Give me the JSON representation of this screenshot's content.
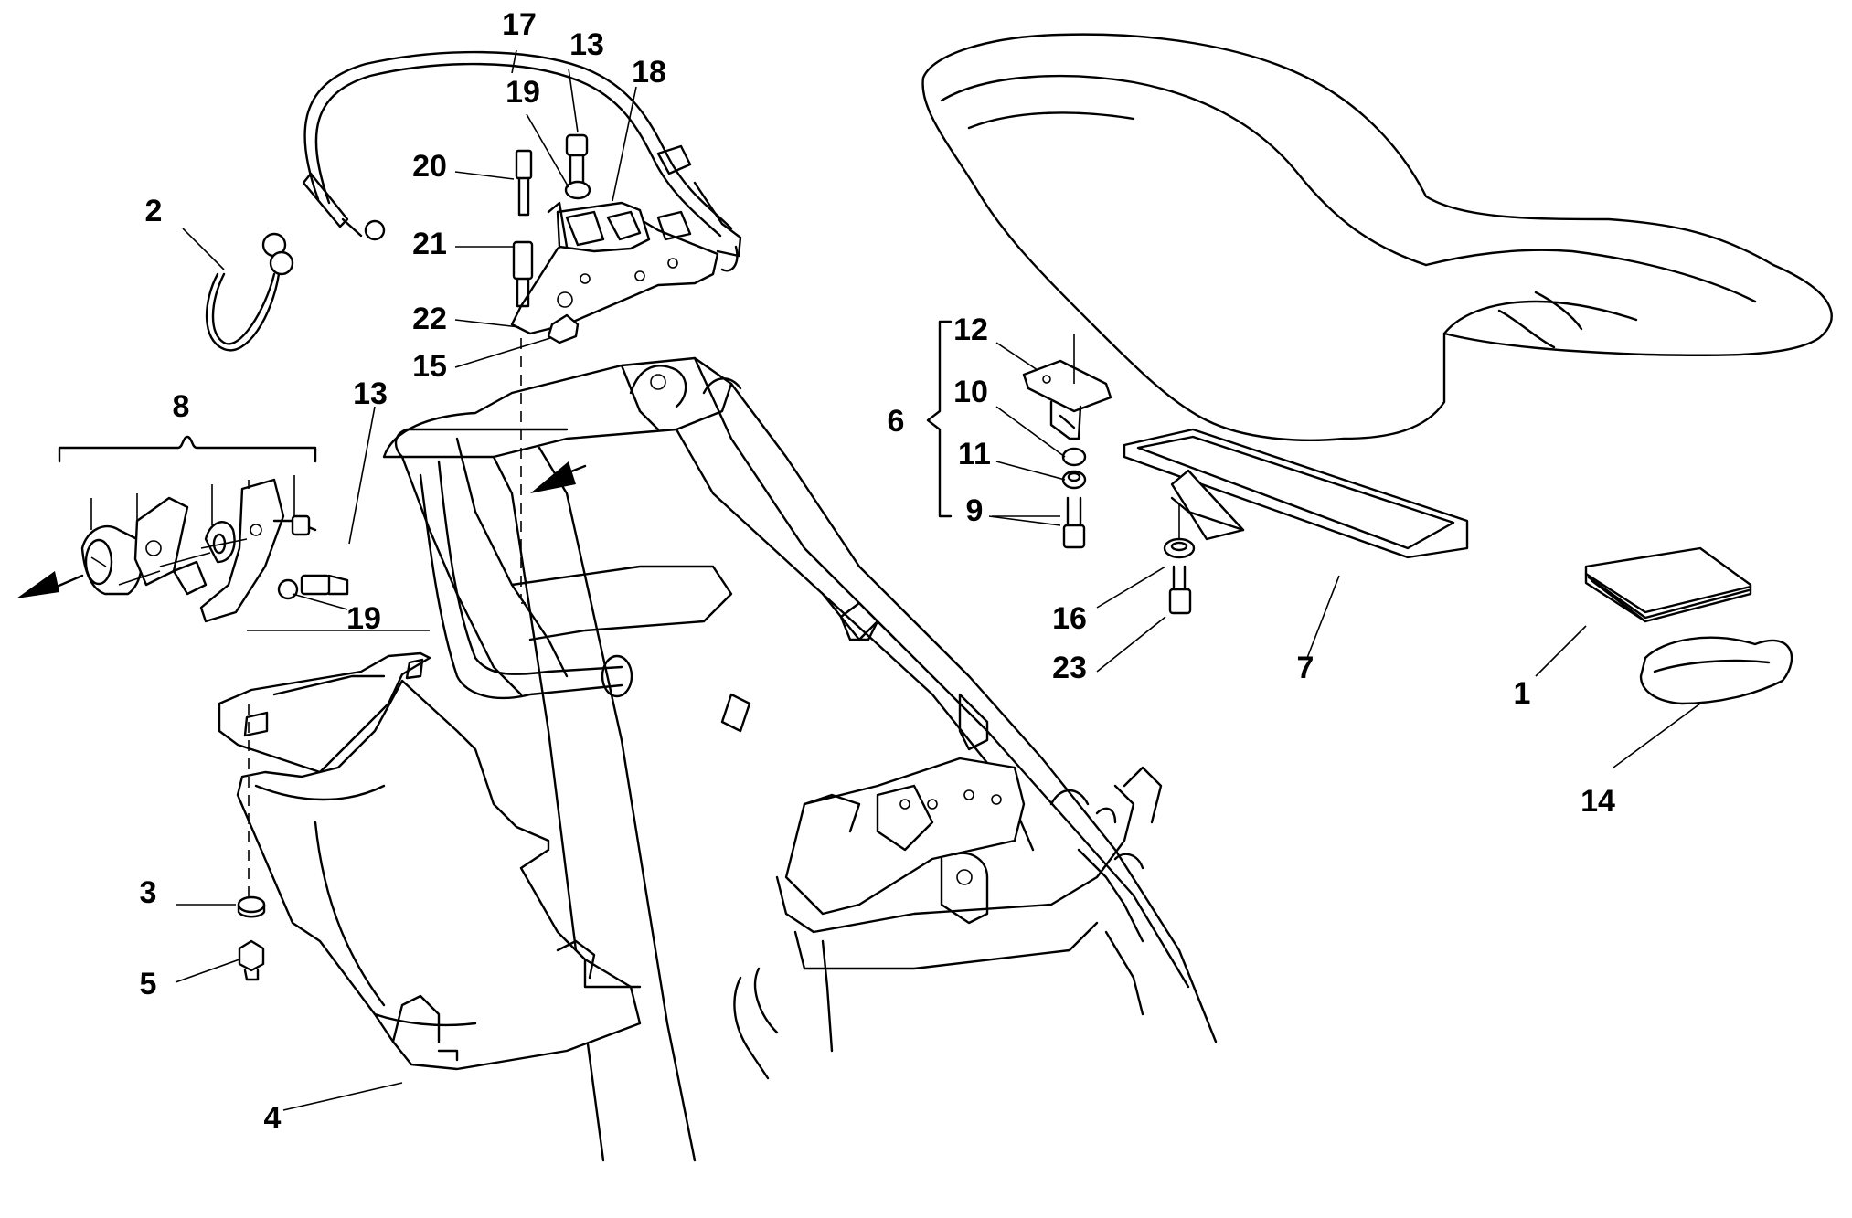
{
  "callouts": {
    "c1": "1",
    "c2": "2",
    "c3": "3",
    "c4": "4",
    "c5": "5",
    "c6": "6",
    "c7": "7",
    "c8": "8",
    "c9": "9",
    "c10": "10",
    "c11": "11",
    "c12": "12",
    "c13a": "13",
    "c13b": "13",
    "c14": "14",
    "c15": "15",
    "c16": "16",
    "c17": "17",
    "c18": "18",
    "c19a": "19",
    "c19b": "19",
    "c20": "20",
    "c21": "21",
    "c22": "22",
    "c23": "23"
  }
}
